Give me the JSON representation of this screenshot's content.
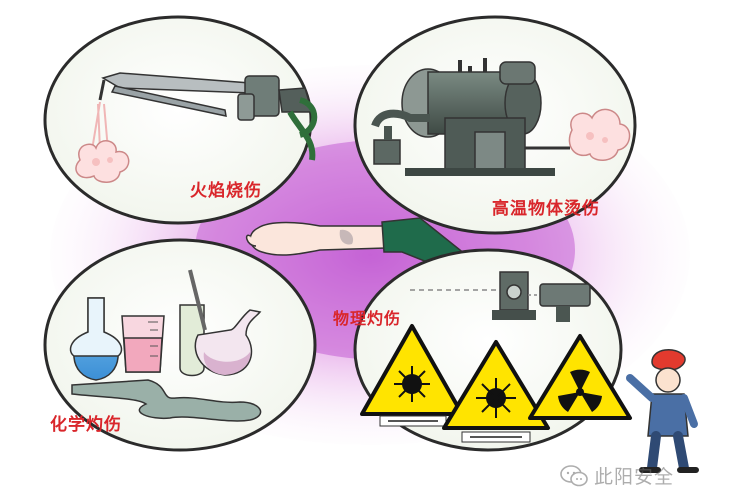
{
  "labels": {
    "flame_burn": "火焰烧伤",
    "hot_object_scald": "高温物体烫伤",
    "physical_burn": "物理灼伤",
    "chemical_burn": "化学灼伤"
  },
  "watermark": {
    "text": "此阳安全",
    "icon": "wechat-icon"
  },
  "colors": {
    "label_red": "#d9262b",
    "panel_outline": "#2b2b2b",
    "warning_yellow": "#ffe400",
    "background_glow": "#d86fd8"
  },
  "icons": [
    "welding-torch-icon",
    "boiler-machine-icon",
    "lab-flask-icon",
    "laser-warning-icon",
    "explosion-warning-icon",
    "radiation-warning-icon",
    "worker-figure-icon",
    "burned-arm-icon"
  ]
}
